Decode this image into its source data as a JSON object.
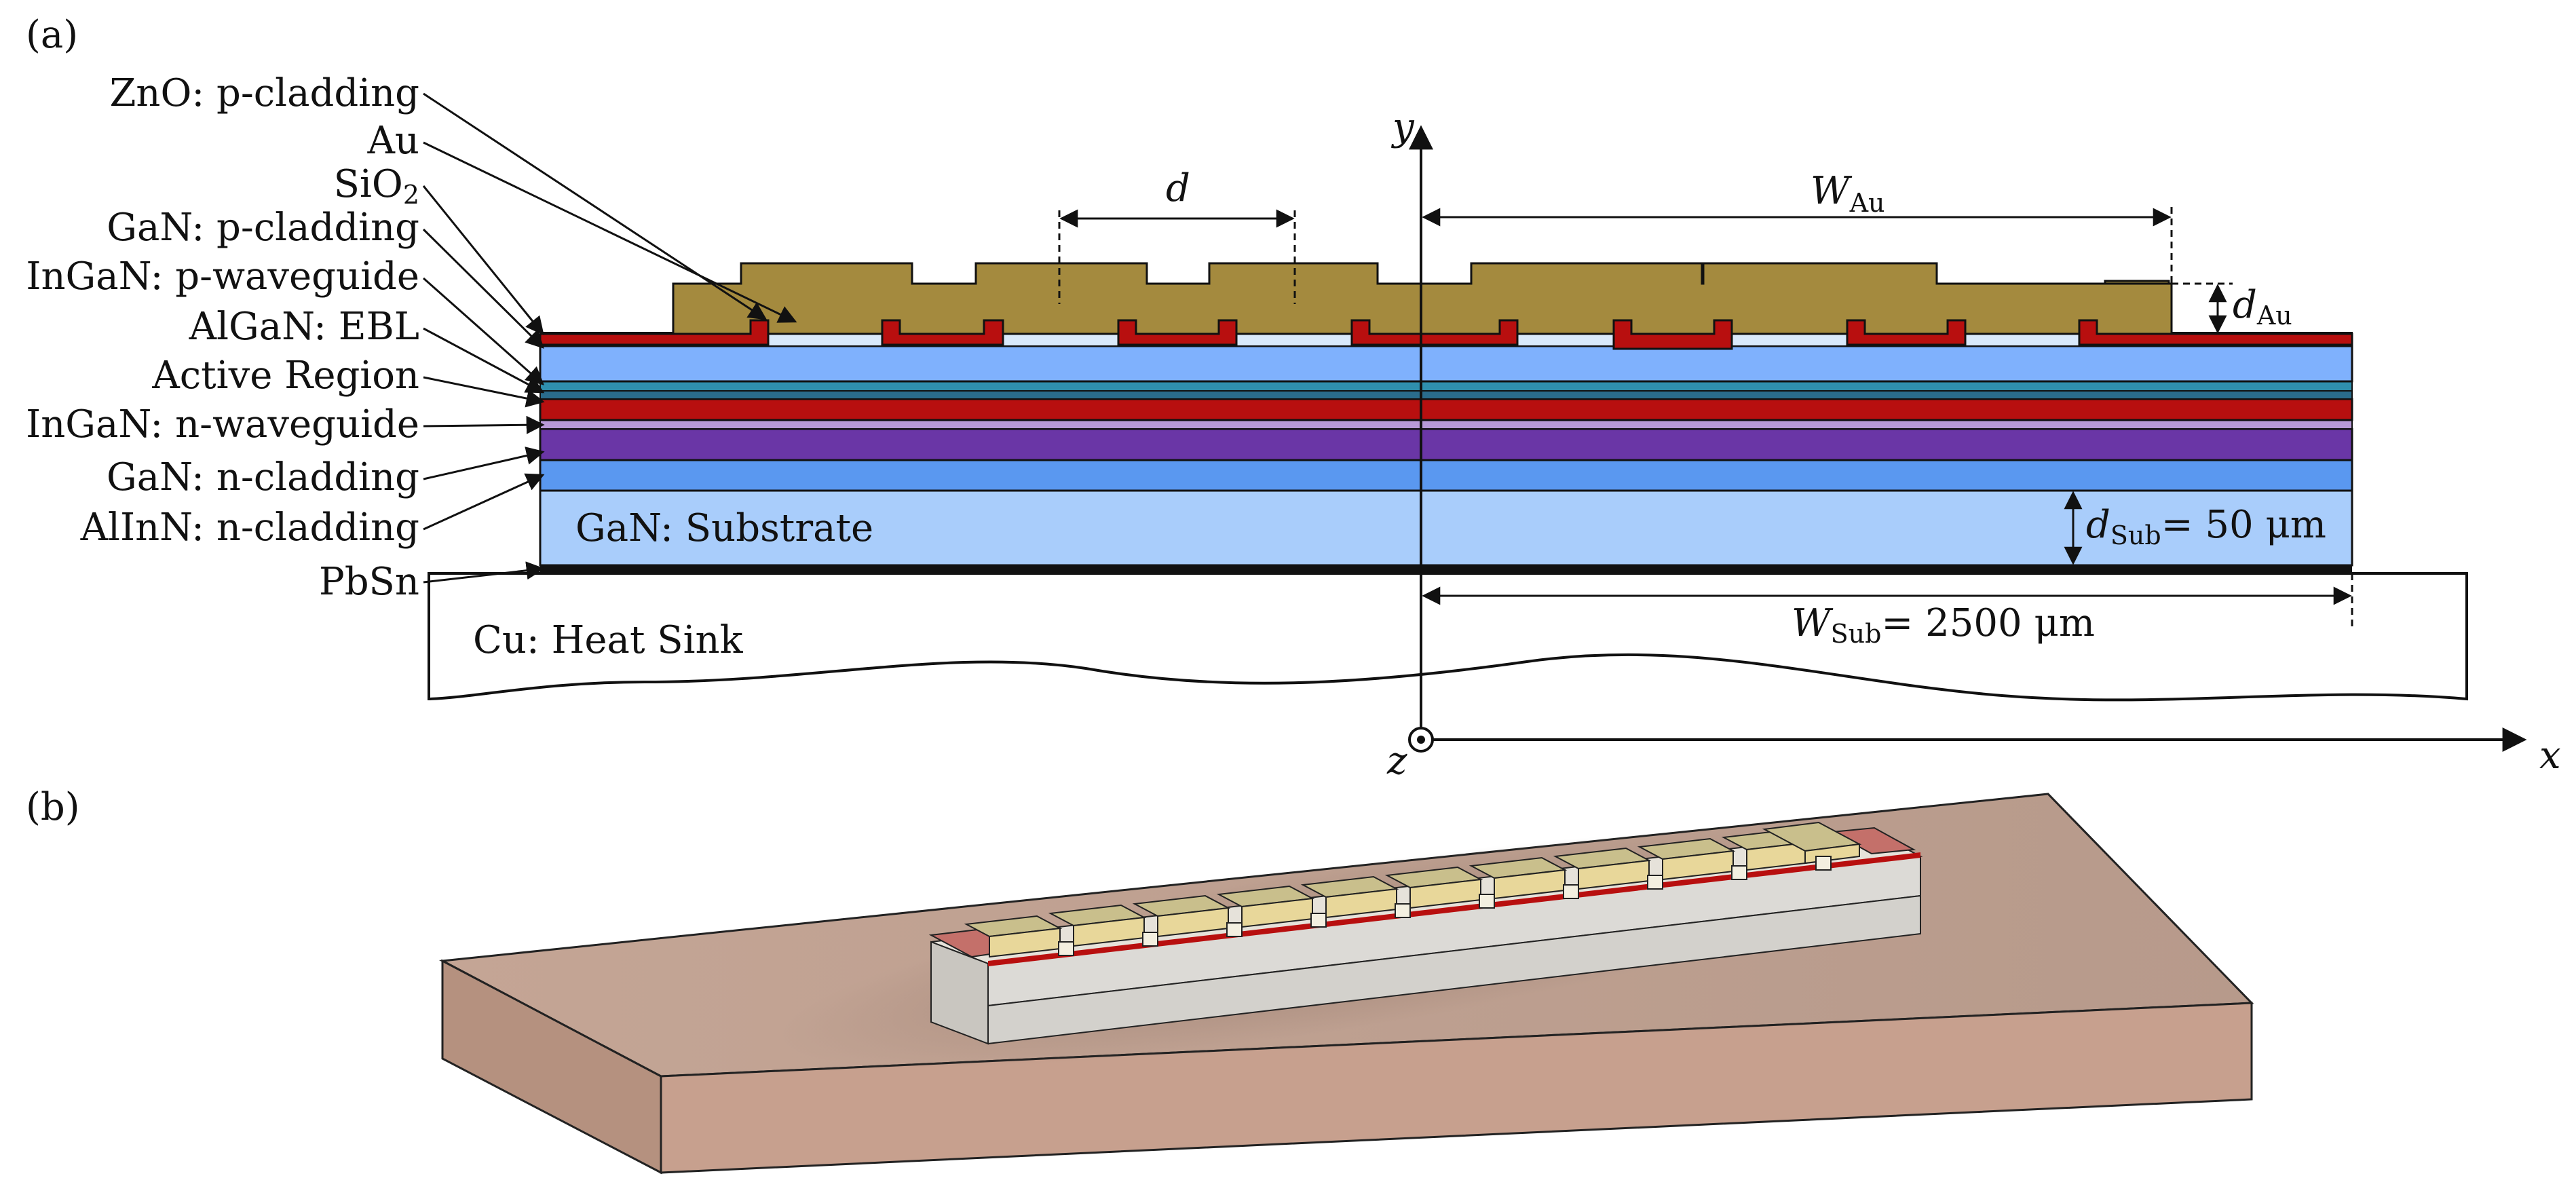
{
  "panel_a_label": "(a)",
  "panel_b_label": "(b)",
  "layer_labels": [
    "ZnO: p-cladding",
    "Au",
    "SiO",
    "GaN: p-cladding",
    "InGaN: p-waveguide",
    "AlGaN: EBL",
    "Active Region",
    "InGaN: n-waveguide",
    "GaN: n-cladding",
    "AlInN: n-cladding",
    "PbSn"
  ],
  "sio2_subscript": "2",
  "substrate_label": "GaN: Substrate",
  "heatsink_label": "Cu: Heat Sink",
  "dims": {
    "d": "d",
    "w_au_main": "W",
    "w_au_sub": "Au",
    "d_au_main": "d",
    "d_au_sub": "Au",
    "d_sub_main": "d",
    "d_sub_sub": "Sub",
    "d_sub_value": "= 50 μm",
    "w_sub_main": "W",
    "w_sub_sub": "Sub",
    "w_sub_value": "= 2500 μm"
  },
  "axes": {
    "x": "x",
    "y": "y",
    "z": "z"
  },
  "colors": {
    "au": "#a48a3e",
    "zno_red": "#b80f0f",
    "sio2": "#d9e9fb",
    "gan_p": "#7fb1fd",
    "ingan_p": "#4e8fd6",
    "algan_ebl": "#2f8fae",
    "active": "#2a6c8c",
    "ingan_n": "#b89ad8",
    "gan_n": "#6a36a6",
    "alinn": "#5a98f0",
    "substrate": "#a9cdfb",
    "pbsn": "#111111",
    "heatsink_3d": "#c9a898",
    "chip_3d": "#dcdad6"
  }
}
